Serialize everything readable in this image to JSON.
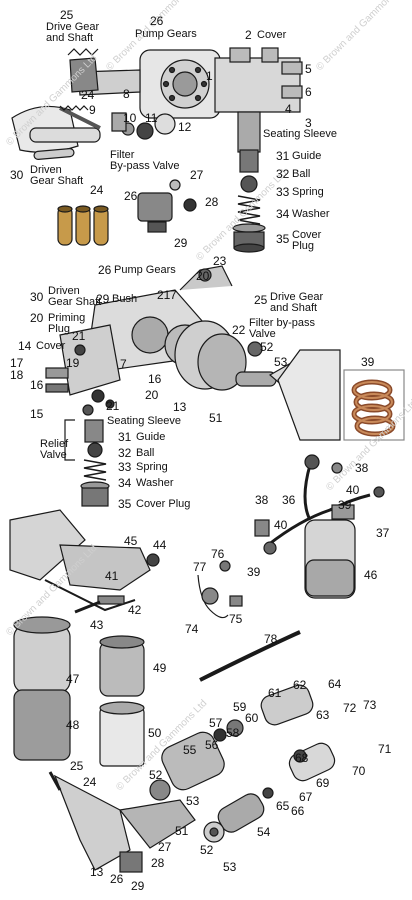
{
  "watermark": "© Brown and Gammons Ltd",
  "labels": {
    "l25a": "25",
    "drive_gear_shaft_a": "Drive Gear\nand Shaft",
    "l26a": "26",
    "pump_gears_a": "Pump Gears",
    "l2": "2",
    "cover_a": "Cover",
    "l1": "1",
    "l5": "5",
    "l6": "6",
    "l4": "4",
    "l3": "3",
    "l24a": "24",
    "l8": "8",
    "l9": "9",
    "l10": "10",
    "l11": "11",
    "l12": "12",
    "filter_bypass_a": "Filter\nBy-pass Valve",
    "l30a": "30",
    "driven_gear_shaft_a": "Driven\nGear Shaft",
    "seating_sleeve_a": "Seating Sleeve",
    "l31a": "31",
    "guide_a": "Guide",
    "l32a": "32",
    "ball_a": "Ball",
    "l33a": "33",
    "spring_a": "Spring",
    "l34a": "34",
    "washer_a": "Washer",
    "l35a": "35",
    "cover_plug_a": "Cover\nPlug",
    "l27a": "27",
    "l26b": "26",
    "l28a": "28",
    "l29a": "29",
    "l24b": "24",
    "l26c": "26",
    "pump_gears_b": "Pump Gears",
    "l20a": "20",
    "l23": "23",
    "l30b": "30",
    "driven_gear_shaft_b": "Driven\nGear Shaft",
    "l29b": "29",
    "bush": "Bush",
    "l21a": "21",
    "l7a": "7",
    "l25b": "25",
    "drive_gear_shaft_b": "Drive Gear\nand Shaft",
    "l20b": "20",
    "priming_plug": "Priming\nPlug",
    "l22": "22",
    "filter_bypass_b": "Filter by-pass\nValve",
    "l14": "14",
    "cover_b": "Cover",
    "l21b": "21",
    "l52a": "52",
    "l17": "17",
    "l18": "18",
    "l19": "19",
    "l16a": "16",
    "l16b": "16",
    "l7b": "7",
    "l53a": "53",
    "l39a": "39",
    "l20c": "20",
    "l15": "15",
    "l21c": "21",
    "l13a": "13",
    "l51a": "51",
    "seating_sleeve_b": "Seating Sleeve",
    "relief_valve": "Relief\nValve",
    "l31b": "31",
    "guide_b": "Guide",
    "l32b": "32",
    "ball_b": "Ball",
    "l33b": "33",
    "spring_b": "Spring",
    "l34b": "34",
    "washer_b": "Washer",
    "l35b": "35",
    "cover_plug_b": "Cover Plug",
    "l38a": "38",
    "l40a": "40",
    "l36": "36",
    "l38b": "38",
    "l39b": "39",
    "l40b": "40",
    "l37": "37",
    "l39c": "39",
    "l46": "46",
    "l45": "45",
    "l44": "44",
    "l41": "41",
    "l42": "42",
    "l43": "43",
    "l76": "76",
    "l77": "77",
    "l74": "74",
    "l75": "75",
    "l78": "78",
    "l47": "47",
    "l49": "49",
    "l48": "48",
    "l50": "50",
    "l61": "61",
    "l62": "62",
    "l64": "64",
    "l63": "63",
    "l72": "72",
    "l73": "73",
    "l57": "57",
    "l59": "59",
    "l60": "60",
    "l58": "58",
    "l56": "56",
    "l55": "55",
    "l71": "71",
    "l68": "68",
    "l70": "70",
    "l69": "69",
    "l67": "67",
    "l25c": "25",
    "l24c": "24",
    "l52b": "52",
    "l53b": "53",
    "l65": "65",
    "l66": "66",
    "l27b": "27",
    "l51b": "51",
    "l54": "54",
    "l28b": "28",
    "l13b": "13",
    "l26d": "26",
    "l29c": "29",
    "l52c": "52",
    "l53c": "53"
  },
  "colors": {
    "washer_copper": "#c98a5a",
    "washer_dark": "#8a4a2a",
    "bush_brass": "#c79a4a",
    "bush_dark": "#7a5a22",
    "line": "#1a1a1a"
  }
}
